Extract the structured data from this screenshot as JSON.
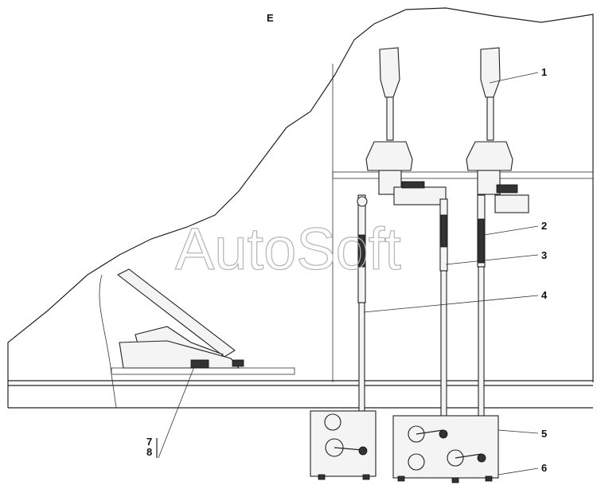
{
  "diagram": {
    "view_label": "Е",
    "watermark": "AutoSoft",
    "callouts": [
      "1",
      "2",
      "3",
      "4",
      "5",
      "6",
      "7",
      "8"
    ]
  }
}
